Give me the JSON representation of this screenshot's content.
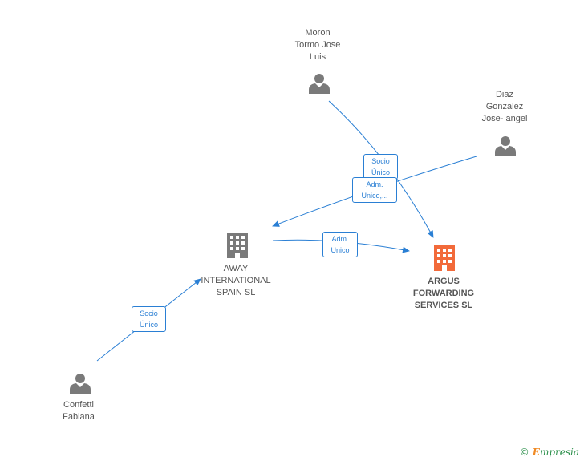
{
  "colors": {
    "edge": "#2a7fd4",
    "person": "#7a7a7a",
    "company": "#7a7a7a",
    "target_company": "#f26a3a"
  },
  "nodes": {
    "moron": {
      "label": "Moron\nTormo Jose\nLuis",
      "icon": "person-icon"
    },
    "diaz": {
      "label": "Diaz\nGonzalez\nJose- angel",
      "icon": "person-icon"
    },
    "away": {
      "label": "AWAY\nINTERNATIONAL\nSPAIN SL",
      "icon": "building-icon"
    },
    "argus": {
      "label": "ARGUS\nFORWARDING\nSERVICES  SL",
      "icon": "building-icon"
    },
    "confetti": {
      "label": "Confetti\nFabiana",
      "icon": "person-icon"
    }
  },
  "edges": {
    "moron_argus": "Socio\nÚnico",
    "diaz_away": "Adm.\nUnico,...",
    "away_argus": "Adm.\nUnico",
    "confetti_away": "Socio\nÚnico"
  },
  "brand": {
    "copyright": "©",
    "name": "mpresia",
    "initial": "E"
  }
}
